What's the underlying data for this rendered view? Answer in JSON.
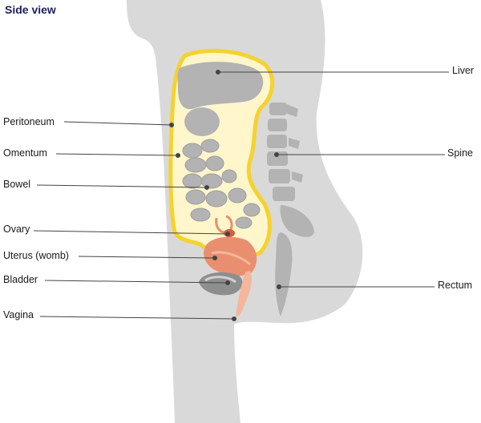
{
  "title": "Side view",
  "labels": {
    "liver": "Liver",
    "peritoneum": "Peritoneum",
    "omentum": "Omentum",
    "spine": "Spine",
    "bowel": "Bowel",
    "ovary": "Ovary",
    "uterus": "Uterus (womb)",
    "bladder": "Bladder",
    "rectum": "Rectum",
    "vagina": "Vagina"
  },
  "colors": {
    "body": "#d9d9d9",
    "organ": "#b3b3b3",
    "peritoneum": "#f5d22e",
    "cavity_fill": "#fff6cc",
    "uterus": "#e98f70",
    "uterus_light": "#f4b79c",
    "leader": "#444444"
  }
}
